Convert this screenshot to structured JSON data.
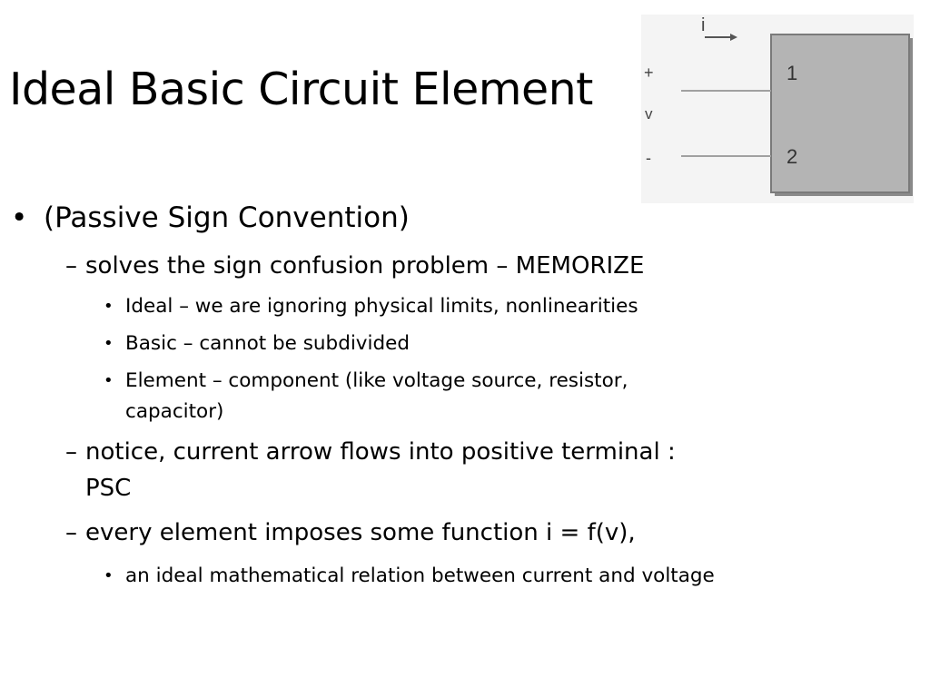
{
  "slide": {
    "title": "Ideal Basic Circuit Element",
    "figure": {
      "current_label": "i",
      "plus_label": "+",
      "voltage_label": "v",
      "minus_label": "-",
      "terminal_1": "1",
      "terminal_2": "2",
      "box_color": "#b4b4b4"
    },
    "bullets": {
      "level1_0": "(Passive Sign Convention)",
      "level2_0": "solves the sign confusion problem – MEMORIZE",
      "level3_0": "Ideal – we are ignoring physical limits, nonlinearities",
      "level3_1": "Basic – cannot be subdivided",
      "level3_2_line1": "Element – component (like voltage source, resistor,",
      "level3_2_line2": "capacitor)",
      "level2_1_line1": "notice, current arrow flows into positive terminal :",
      "level2_1_line2": "PSC",
      "level2_2": "every element imposes some function  i = f(v),",
      "level3_3": "an ideal mathematical relation between current and voltage"
    },
    "marks": {
      "bullet": "•",
      "dash": "–"
    }
  }
}
